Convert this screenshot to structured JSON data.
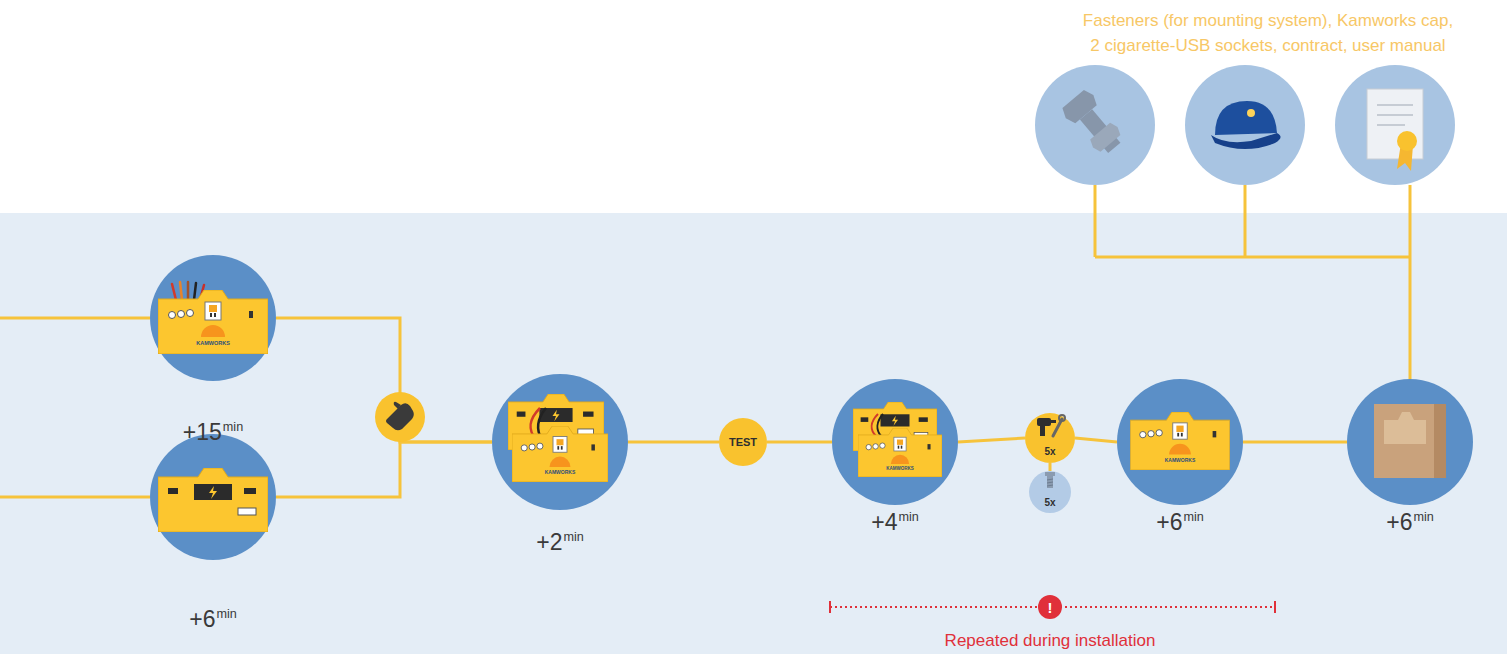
{
  "diagram": {
    "nodes": [
      {
        "text": [
          "+15min"
        ]
      },
      {
        "text": [
          "+6min"
        ]
      },
      {
        "text": [
          "+2min"
        ]
      },
      {
        "text": [
          "TEST"
        ]
      },
      {
        "text": [
          "+4min"
        ]
      },
      {
        "text": [
          "5x"
        ]
      },
      {
        "text": [
          "5x"
        ]
      },
      {
        "text": [
          "+6min"
        ]
      },
      {
        "text": [
          "+6min"
        ]
      }
    ],
    "edges": [
      {
        "from": 0,
        "to": 2,
        "arrow": "none"
      },
      {
        "from": 1,
        "to": 2,
        "arrow": "none"
      },
      {
        "from": 2,
        "to": 3,
        "arrow": "none"
      },
      {
        "from": 3,
        "to": 4,
        "arrow": "none"
      },
      {
        "from": 4,
        "to": 5,
        "arrow": "none"
      },
      {
        "from": 5,
        "to": 6,
        "arrow": "none"
      },
      {
        "from": 5,
        "to": 7,
        "arrow": "none"
      },
      {
        "from": 7,
        "to": 8,
        "arrow": "none"
      }
    ],
    "labels": [
      "Fasteners (for mounting system), Kamworks cap, 2 cigarette-USB sockets, contract, user manual",
      "KAMWORKS",
      "KAMWORKS",
      "KAMWORKS",
      "KAMWORKS",
      "!",
      "Repeated during installation"
    ]
  }
}
